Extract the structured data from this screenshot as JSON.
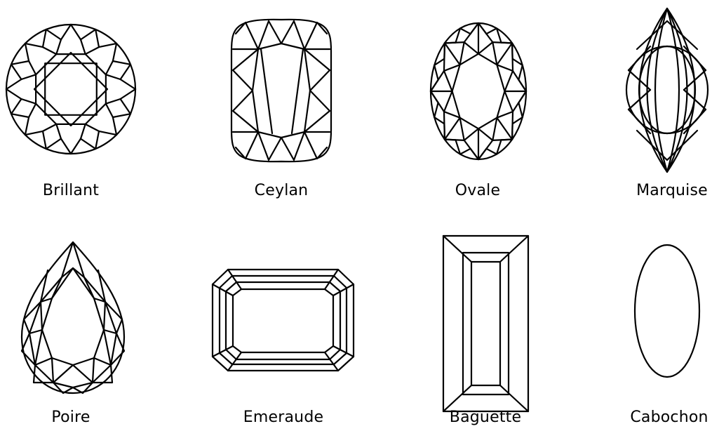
{
  "colors": {
    "background": "#ffffff",
    "line": "#000000"
  },
  "cuts": [
    {
      "id": "brillant",
      "label": "Brillant"
    },
    {
      "id": "ceylan",
      "label": "Ceylan"
    },
    {
      "id": "ovale",
      "label": "Ovale"
    },
    {
      "id": "marquise",
      "label": "Marquise"
    },
    {
      "id": "poire",
      "label": "Poire"
    },
    {
      "id": "emeraude",
      "label": "Emeraude"
    },
    {
      "id": "baguette",
      "label": "Baguette"
    },
    {
      "id": "cabochon",
      "label": "Cabochon"
    }
  ]
}
